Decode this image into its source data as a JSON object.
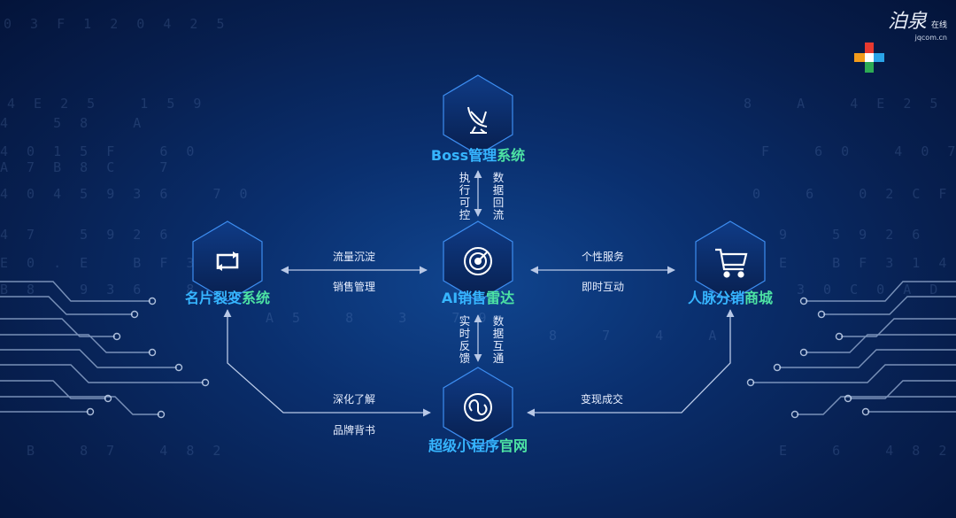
{
  "nodes": {
    "boss": {
      "label_a": "Boss",
      "label_b": "管理",
      "label_c": "系统"
    },
    "radar": {
      "label_a": "AI",
      "label_b": "销售",
      "label_c": "雷达"
    },
    "card": {
      "label_a": "名片",
      "label_b": "裂变",
      "label_c": "系统"
    },
    "mall": {
      "label_a": "人脉",
      "label_b": "分销",
      "label_c": "商城"
    },
    "mini": {
      "label_a": "超级",
      "label_b": "小程序",
      "label_c": "官网"
    }
  },
  "edges": {
    "card_radar_top": "流量沉淀",
    "card_radar_bottom": "销售管理",
    "radar_mall_top": "个性服务",
    "radar_mall_bottom": "即时互动",
    "boss_radar_left": "执行可控",
    "boss_radar_right": "数据回流",
    "radar_mini_left": "实时反馈",
    "radar_mini_right": "数据互通",
    "card_mini_top": "深化了解",
    "card_mini_bottom": "品牌背书",
    "mall_mini": "变现成交"
  },
  "logo": {
    "brand": "泊泉",
    "sub": "在线",
    "domain": "jqcom.cn"
  },
  "colors": {
    "label_blue": "#36b5ff",
    "label_green": "#4de3a4",
    "accent": "#3d8df0"
  }
}
